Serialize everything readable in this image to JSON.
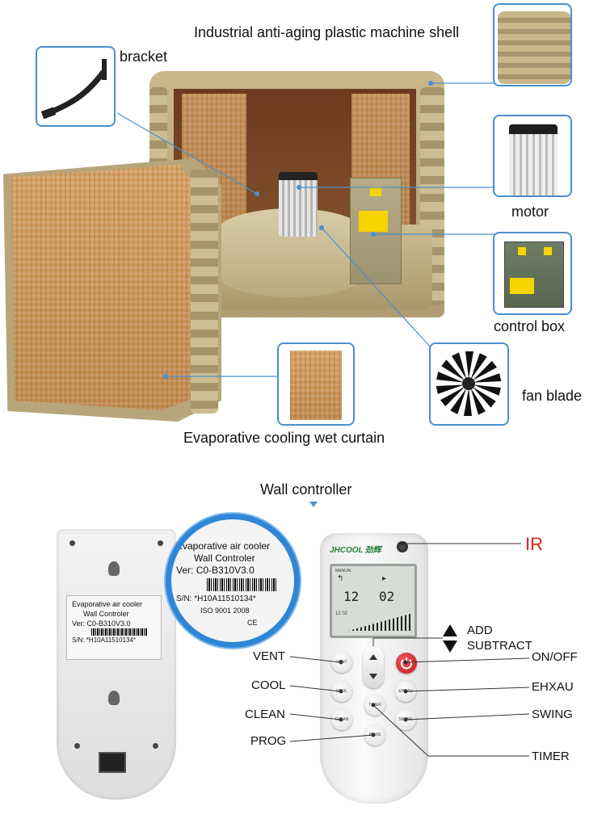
{
  "callouts": {
    "shell": "Industrial anti-aging plastic machine shell",
    "bracket": "bracket",
    "motor": "motor",
    "control_box": "control box",
    "fan_blade": "fan blade",
    "wet_curtain": "Evaporative cooling wet curtain"
  },
  "wall_controller_title": "Wall controller",
  "back_label": {
    "line1": "Evaporative air cooler",
    "line2": "Wall Controler",
    "ver_key": "Ver:",
    "ver_val": "C0-B310V3.0",
    "sn_key": "S/N:",
    "sn_val": "*H10A11510134*",
    "iso": "ISO 9001 2008",
    "ce": "CE"
  },
  "remote": {
    "brand": "JHCOOL",
    "brand_cn": "劲辉",
    "lcd_mode": "MANUAL",
    "lcd_time_left": "12",
    "lcd_time_right": "02",
    "lcd_small": "12 02",
    "buttons": {
      "vent": "VENT",
      "cool": "COOL",
      "clean": "CLEAN",
      "timer": "TIMER",
      "prog": "PROG",
      "ehxau": "EHXAU",
      "swing": "SWING"
    }
  },
  "remote_callouts": {
    "ir": "IR",
    "add": "ADD",
    "subtract": "SUBTRACT",
    "on_off": "ON/OFF",
    "vent": "VENT",
    "cool": "COOL",
    "clean": "CLEAN",
    "prog": "PROG",
    "ehxau": "EHXAU",
    "swing": "SWING",
    "timer": "TIMER"
  },
  "colors": {
    "accent_line": "#4a8fd0",
    "ir_red": "#e0201a",
    "shell_tan": "#b9a77e",
    "power_red": "#d7262b"
  }
}
